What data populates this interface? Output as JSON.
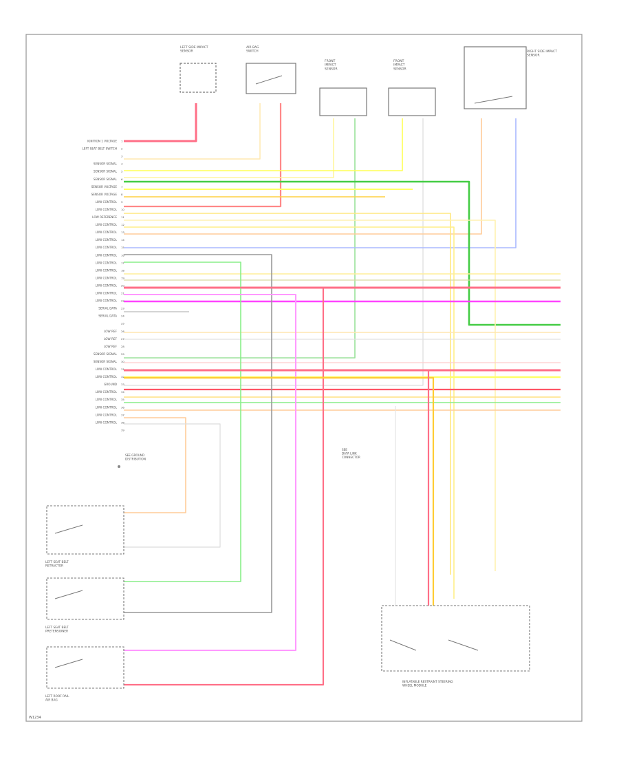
{
  "diagram": {
    "footer_code": "W1234",
    "top_components": [
      {
        "id": "module_left",
        "label": "LEFT SIDE IMPACT\nSENSOR"
      },
      {
        "id": "switch_top",
        "label": "AIR BAG\nSWITCH"
      },
      {
        "id": "sensor_a",
        "label": "FRONT\nIMPACT\nSENSOR"
      },
      {
        "id": "sensor_b",
        "label": "FRONT\nIMPACT\nSENSOR"
      },
      {
        "id": "module_right",
        "label": "RIGHT SIDE IMPACT\nSENSOR"
      }
    ],
    "left_pin_labels": [
      "IGNITION 1 VOLTAGE",
      "LEFT SEAT BELT SWITCH",
      "",
      "SENSOR SIGNAL",
      "SENSOR SIGNAL",
      "SENSOR SIGNAL",
      "SENSOR VOLTAGE",
      "SENSOR VOLTAGE",
      "LOW CONTROL",
      "LOW CONTROL",
      "LOW REFERENCE",
      "LOW CONTROL",
      "LOW CONTROL",
      "LOW CONTROL",
      "LOW CONTROL",
      "LOW CONTROL",
      "LOW CONTROL",
      "LOW CONTROL",
      "LOW CONTROL",
      "LOW CONTROL",
      "LOW CONTROL",
      "LOW CONTROL",
      "SERIAL DATA",
      "SERIAL DATA",
      "",
      "LOW REF",
      "LOW REF",
      "LOW REF",
      "SENSOR SIGNAL",
      "SENSOR SIGNAL",
      "LOW CONTROL",
      "LOW CONTROL",
      "GROUND",
      "LOW CONTROL",
      "LOW CONTROL",
      "LOW CONTROL",
      "LOW CONTROL",
      "LOW CONTROL",
      ""
    ],
    "bottom_components": [
      {
        "id": "bl1",
        "label": "LEFT SEAT BELT\nRETRACTOR"
      },
      {
        "id": "bl2",
        "label": "LEFT SEAT BELT\nPRETENSIONER"
      },
      {
        "id": "bl3",
        "label": "LEFT ROOF RAIL\nAIR BAG"
      },
      {
        "id": "br",
        "label": "INFLATABLE RESTRAINT STEERING\nWHEEL MODULE"
      }
    ],
    "notes": [
      "SEE GROUND\nDISTRIBUTION",
      "SEE\nDATA LINK\nCONNECTOR"
    ]
  }
}
